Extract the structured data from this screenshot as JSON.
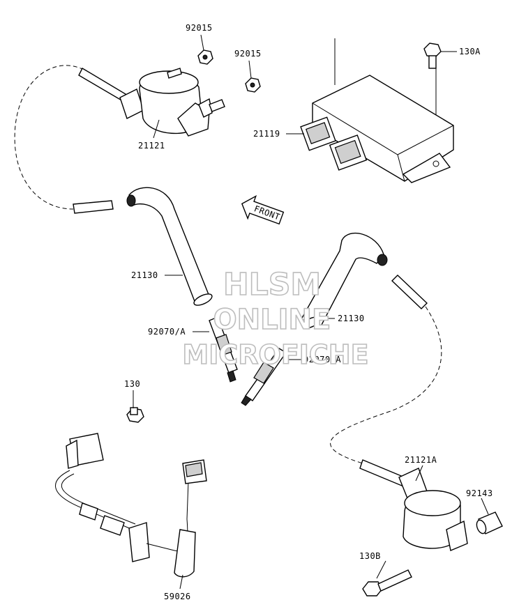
{
  "labels": {
    "p92015_top": "92015",
    "p92015_right": "92015",
    "p130A": "130A",
    "p21119": "21119",
    "p21121": "21121",
    "p21130_left": "21130",
    "p21130_right": "21130",
    "p92070_left": "92070/A",
    "p92070_right": "92070/A",
    "p130": "130",
    "p21121A": "21121A",
    "p92143": "92143",
    "p130B": "130B",
    "p59026": "59026"
  },
  "front_arrow": "FRONT",
  "watermark": {
    "line1": "HLSM",
    "line2": "ONLINE",
    "line3": "MICROFICHE"
  }
}
